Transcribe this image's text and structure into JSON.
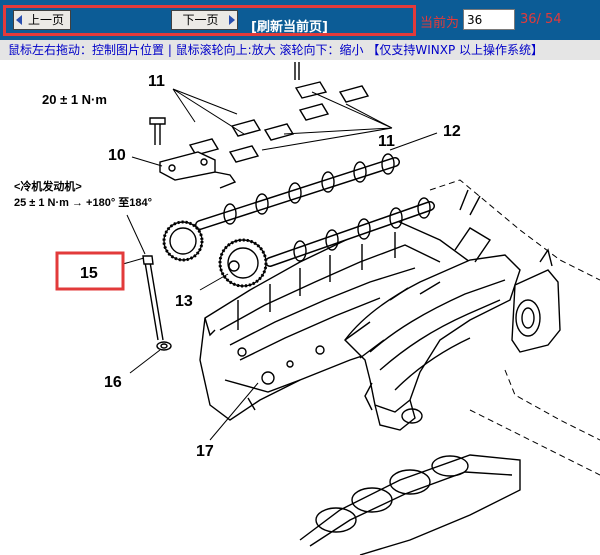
{
  "toolbar": {
    "prev_label": "上一页",
    "next_label": "下一页",
    "refresh_label": "[刷新当前页]",
    "current_label": "当前为",
    "page_value": "36",
    "page_count": "36/ 54",
    "accent_color": "#e23a3a",
    "bar_color": "#0c5c96"
  },
  "hint": {
    "text": "鼠标左右拖动：控制图片位置 | 鼠标滚轮向上:放大  滚轮向下：缩小 【仅支持WINXP 以上操作系统】"
  },
  "diagram": {
    "torque_20": "20 ± 1 N·m",
    "cold_engine": "<冷机发动机>",
    "torque_25": "25 ± 1 N·m → +180° 至184°",
    "callouts": {
      "c10": "10",
      "c11a": "11",
      "c11b": "11",
      "c12": "12",
      "c13": "13",
      "c15": "15",
      "c16": "16",
      "c17": "17"
    }
  }
}
